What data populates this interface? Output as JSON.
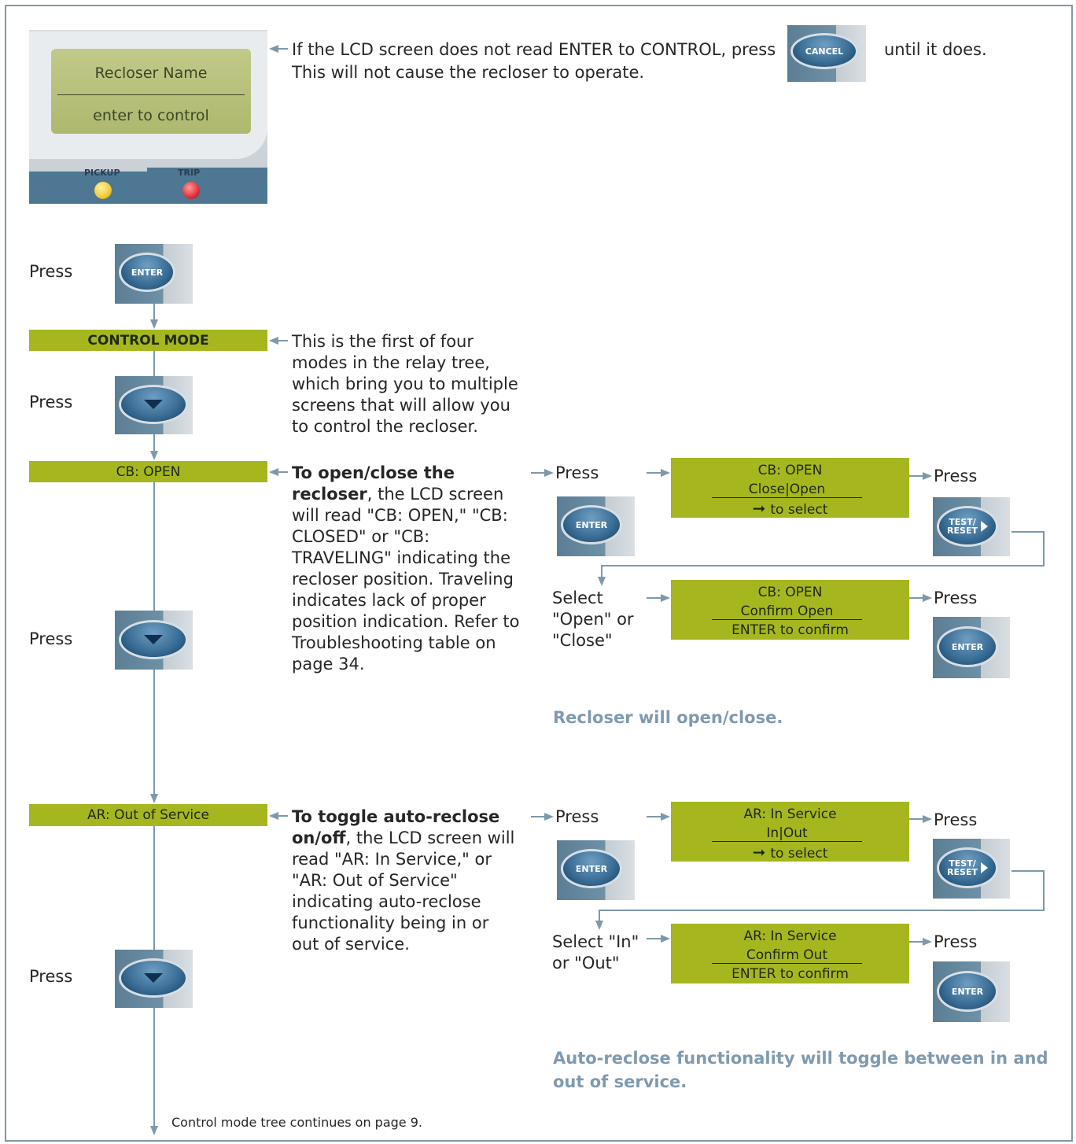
{
  "photo": {
    "screen_line1": "Recloser Name",
    "screen_line2": "enter to control",
    "led_pickup": "PICKUP",
    "led_trip": "TRIP"
  },
  "intro": {
    "line1": "If the LCD screen does not read ENTER to CONTROL, press",
    "line1_end": "until it does.",
    "line2": "This will not cause the recloser to operate."
  },
  "buttons": {
    "cancel": "CANCEL",
    "enter": "ENTER",
    "test_reset_1": "TEST/",
    "test_reset_2": "RESET"
  },
  "labels": {
    "press": "Press"
  },
  "tree": {
    "control_mode": "CONTROL MODE",
    "cb_open": "CB: OPEN",
    "ar_out": "AR: Out of Service",
    "continues": "Control mode tree continues on page 9."
  },
  "control_desc": [
    "This is the first of four",
    "modes in the relay tree,",
    "which bring you to multiple",
    "screens that will allow you",
    "to control the recloser."
  ],
  "cb_desc": {
    "bold1": "To open/close the",
    "bold2": "recloser",
    "line2_rest": ", the LCD screen",
    "rest": [
      "will read \"CB: OPEN,\" \"CB:",
      "CLOSED\" or \"CB:",
      "TRAVELING\" indicating the",
      "recloser position. Traveling",
      "indicates lack of proper",
      "position indication. Refer to",
      "Troubleshooting table on",
      "page 34."
    ]
  },
  "ar_desc": {
    "bold1": "To toggle auto-reclose",
    "bold2": "on/off",
    "line2_rest": ", the LCD screen will",
    "rest": [
      "read \"AR: In Service,\" or",
      "\"AR: Out of Service\"",
      "indicating auto-reclose",
      "functionality being in or",
      "out of service."
    ]
  },
  "cb_flow": {
    "lcd1": {
      "l1": "CB: OPEN",
      "l2": "Close|Open",
      "l3": "to select"
    },
    "select": [
      "Select",
      "\"Open\" or",
      "\"Close\""
    ],
    "lcd2": {
      "l1": "CB: OPEN",
      "l2": "Confirm Open",
      "l3": "ENTER to confirm"
    },
    "result": "Recloser will open/close."
  },
  "ar_flow": {
    "lcd1": {
      "l1": "AR: In Service",
      "l2": "In|Out",
      "l3": "to select"
    },
    "select": [
      "Select \"In\"",
      "or \"Out\""
    ],
    "lcd2": {
      "l1": "AR: In Service",
      "l2": "Confirm Out",
      "l3": "ENTER to confirm"
    },
    "result": [
      "Auto-reclose functionality will toggle between in and",
      "out of service."
    ]
  },
  "colors": {
    "lcd_green": "#a5b61f",
    "connector": "#7d99ab",
    "result_text": "#7f9ab0"
  }
}
